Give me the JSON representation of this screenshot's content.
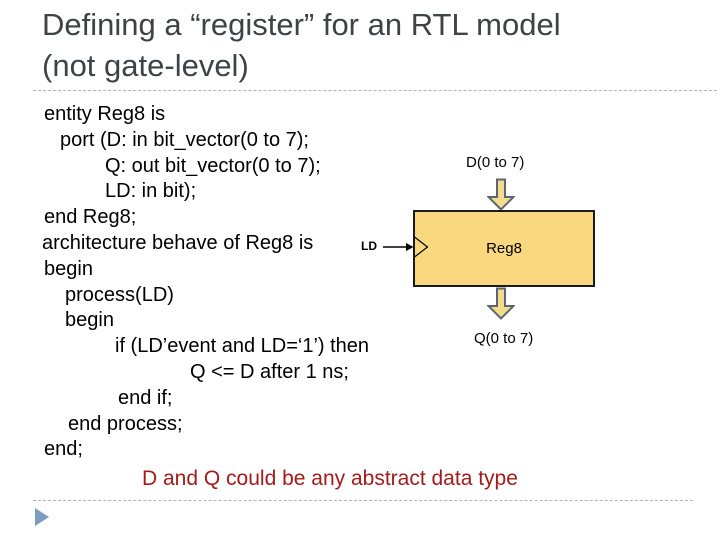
{
  "slide": {
    "title_line1": "Defining a “register” for an RTL model",
    "title_line2": "(not gate-level)",
    "caption": "D and Q could be any abstract data type"
  },
  "code": {
    "lines": [
      {
        "text": "entity Reg8 is",
        "indent": 2
      },
      {
        "text": "port (D: in bit_vector(0 to 7);",
        "indent": 18
      },
      {
        "text": "Q: out bit_vector(0 to 7);",
        "indent": 63
      },
      {
        "text": "LD: in bit);",
        "indent": 63
      },
      {
        "text": "end Reg8;",
        "indent": 2
      },
      {
        "text": "architecture behave of Reg8 is",
        "indent": 0
      },
      {
        "text": "begin",
        "indent": 2
      },
      {
        "text": "process(LD)",
        "indent": 23
      },
      {
        "text": "begin",
        "indent": 23
      },
      {
        "text": "if (LD’event and LD=‘1’) then",
        "indent": 73
      },
      {
        "text": "Q <= D after 1 ns;",
        "indent": 148
      },
      {
        "text": "end if;",
        "indent": 76
      },
      {
        "text": "end process;",
        "indent": 26
      },
      {
        "text": "end;",
        "indent": 2
      }
    ]
  },
  "diagram": {
    "input_label": "D(0 to 7)",
    "register_label": "Reg8",
    "output_label": "Q(0 to 7)",
    "clock_label": "LD"
  },
  "icons": {
    "input_arrow": "block-arrow-down",
    "output_arrow": "block-arrow-down",
    "clock_arrow": "thin-arrow-right",
    "clock_wedge": "clock-input-wedge",
    "corner_marker": "right-pointing-triangle"
  },
  "colors": {
    "title_text": "#3E4347",
    "code_text": "#000000",
    "caption_text": "#A51A1A",
    "dashed_rule": "#AFB4B9",
    "corner_marker": "#7E9CBB",
    "box_fill": "#FAD87F",
    "box_border": "#1A1A1A",
    "arrow_fill": "#F5DC8C",
    "arrow_border": "#5C6573"
  }
}
